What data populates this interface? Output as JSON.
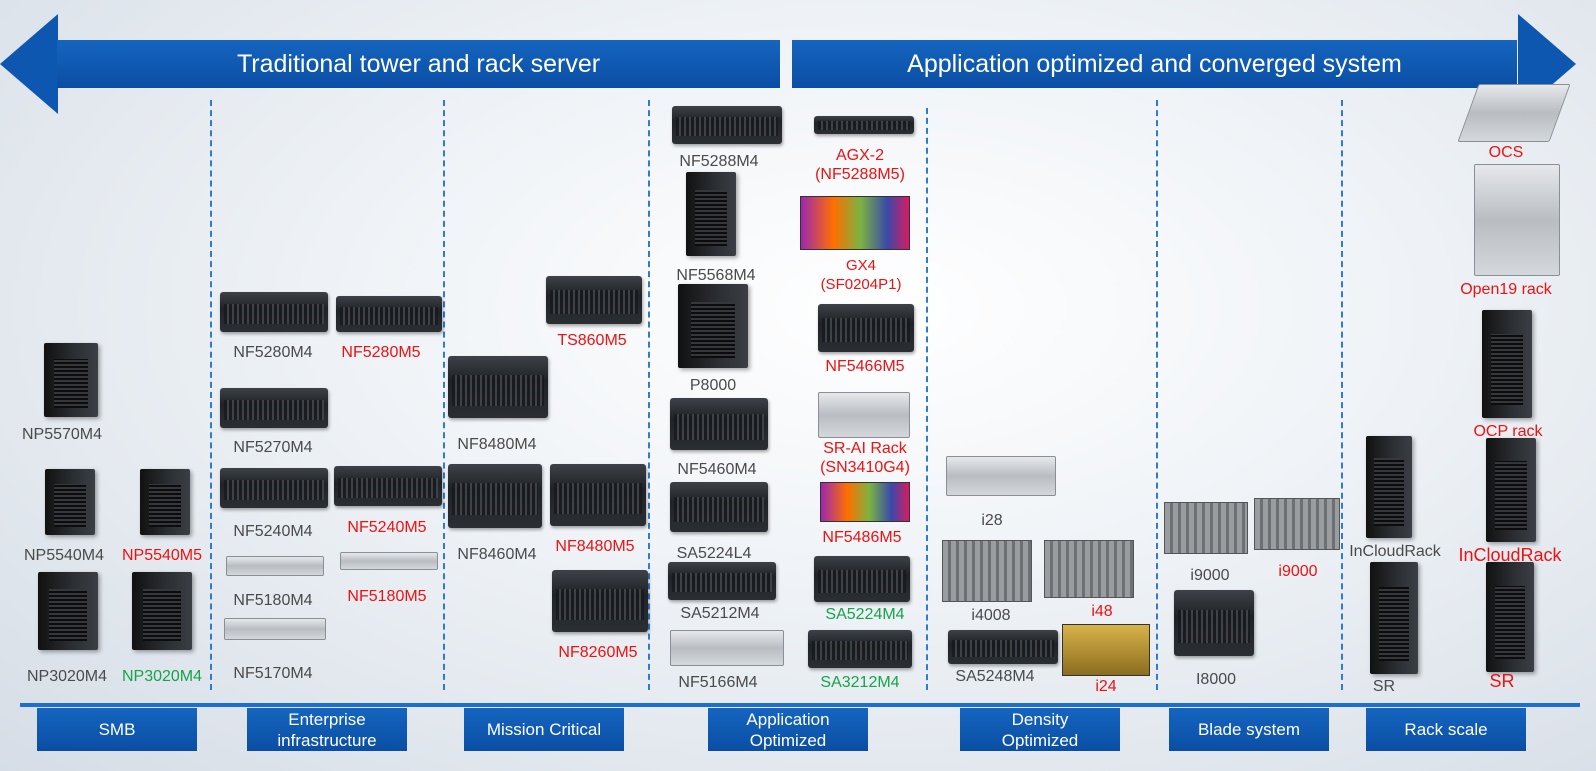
{
  "banner": {
    "left_title": "Traditional tower and rack server",
    "right_title": "Application optimized and converged system"
  },
  "colors": {
    "banner": "#0a56b0",
    "red_label": "#ee1111",
    "green_label": "#16a34a",
    "gray_label": "#4a4a4a"
  },
  "categories": [
    "SMB",
    "Enterprise\ninfrastructure",
    "Mission Critical",
    "Application\nOptimized",
    "Density\nOptimized",
    "Blade system",
    "Rack scale"
  ],
  "products": [
    {
      "text": "NP5570M4",
      "color": "gray"
    },
    {
      "text": "NP5540M4",
      "color": "gray"
    },
    {
      "text": "NP5540M5",
      "color": "red"
    },
    {
      "text": "NP3020M4",
      "color": "gray"
    },
    {
      "text": "NP3020M4",
      "color": "green"
    },
    {
      "text": "NF5280M4",
      "color": "gray"
    },
    {
      "text": "NF5280M5",
      "color": "red"
    },
    {
      "text": "NF5270M4",
      "color": "gray"
    },
    {
      "text": "NF5240M4",
      "color": "gray"
    },
    {
      "text": "NF5240M5",
      "color": "red"
    },
    {
      "text": "NF5180M4",
      "color": "gray"
    },
    {
      "text": "NF5180M5",
      "color": "red"
    },
    {
      "text": "NF5170M4",
      "color": "gray"
    },
    {
      "text": "TS860M5",
      "color": "red"
    },
    {
      "text": "NF8480M4",
      "color": "gray"
    },
    {
      "text": "NF8460M4",
      "color": "gray"
    },
    {
      "text": "NF8480M5",
      "color": "red"
    },
    {
      "text": "NF8260M5",
      "color": "red"
    },
    {
      "text": "NF5288M4",
      "color": "gray"
    },
    {
      "text": "NF5568M4",
      "color": "gray"
    },
    {
      "text": "P8000",
      "color": "gray"
    },
    {
      "text": "NF5460M4",
      "color": "gray"
    },
    {
      "text": "SA5224L4",
      "color": "gray"
    },
    {
      "text": "SA5212M4",
      "color": "gray"
    },
    {
      "text": "NF5166M4",
      "color": "gray"
    },
    {
      "text": "AGX-2\n(NF5288M5)",
      "color": "red"
    },
    {
      "text": "GX4\n(SF0204P1)",
      "color": "red"
    },
    {
      "text": "NF5466M5",
      "color": "red"
    },
    {
      "text": "SR-AI Rack\n(SN3410G4)",
      "color": "red"
    },
    {
      "text": "NF5486M5",
      "color": "red"
    },
    {
      "text": "SA5224M4",
      "color": "green"
    },
    {
      "text": "SA3212M4",
      "color": "green"
    },
    {
      "text": "i28",
      "color": "gray"
    },
    {
      "text": "i4008",
      "color": "gray"
    },
    {
      "text": "i48",
      "color": "red"
    },
    {
      "text": "SA5248M4",
      "color": "gray"
    },
    {
      "text": "i24",
      "color": "red"
    },
    {
      "text": "i9000",
      "color": "gray"
    },
    {
      "text": "i9000",
      "color": "red"
    },
    {
      "text": "I8000",
      "color": "gray"
    },
    {
      "text": "InCloudRack",
      "color": "gray"
    },
    {
      "text": "SR",
      "color": "gray"
    },
    {
      "text": "OCS",
      "color": "red"
    },
    {
      "text": "Open19 rack",
      "color": "red"
    },
    {
      "text": "OCP rack",
      "color": "red"
    },
    {
      "text": "InCloudRack",
      "color": "red"
    },
    {
      "text": "SR",
      "color": "red"
    }
  ]
}
